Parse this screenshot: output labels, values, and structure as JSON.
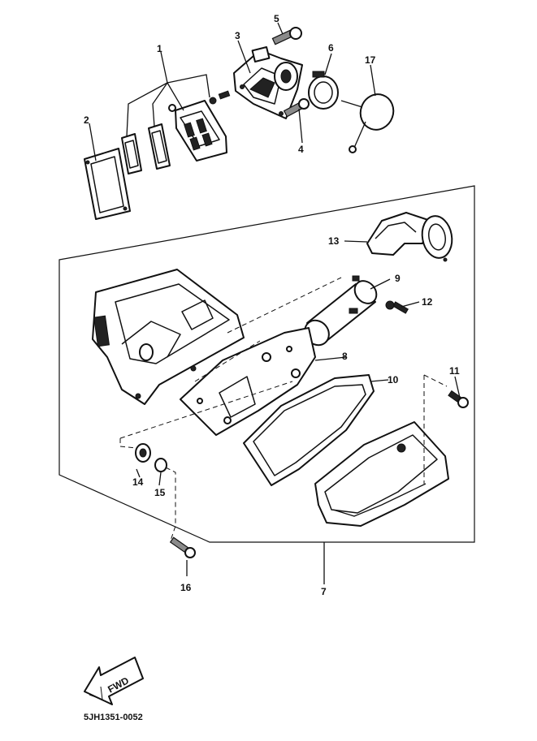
{
  "diagram": {
    "callouts": [
      "1",
      "2",
      "3",
      "4",
      "5",
      "6",
      "7",
      "8",
      "9",
      "10",
      "11",
      "12",
      "13",
      "14",
      "15",
      "16",
      "17"
    ],
    "forward_label": "FWD",
    "drawing_code": "5JH1351-0052"
  }
}
